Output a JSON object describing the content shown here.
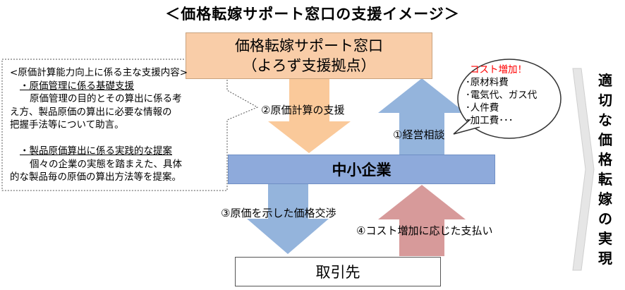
{
  "title": "＜価格転嫁サポート窓口の支援イメージ＞",
  "top_box": {
    "line1": "価格転嫁サポート窓口",
    "line2": "（よろず支援拠点）"
  },
  "mid_box": "中小企業",
  "bottom_box": "取引先",
  "arrows": {
    "a1": "①経営相談",
    "a2": "②原価計算の支援",
    "a3": "③原価を示した価格交渉",
    "a4": "④コスト増加に応じた支払い"
  },
  "left_callout": {
    "heading": "<原価計算能力向上に係る主な支援内容>",
    "item1_title": "・原価管理に係る基礎支援",
    "item1_lines": [
      "原価管理の目的とその算出に係る考",
      "え方、製品原価の算出に必要な情報の",
      "把握手法等について助言。"
    ],
    "item2_title": "・製品原価算出に係る実践的な提案",
    "item2_lines": [
      "個々の企業の実態を踏まえた、具体",
      "的な製品毎の原価の算出方法等を提案。"
    ]
  },
  "right_callout": {
    "title": "コスト増加！",
    "items": [
      "･原材料費",
      "･電気代、ガス代",
      "･人件費",
      "･加工費･･･"
    ]
  },
  "vertical_label": [
    "適",
    "切",
    "な",
    "価",
    "格",
    "転",
    "嫁",
    "の",
    "実",
    "現"
  ],
  "colors": {
    "top_box": "#f9cda8",
    "mid_box": "#8eaadb",
    "arrow_orange": "#fac99a",
    "arrow_blue": "#94b4dc",
    "arrow_red": "#d79a9a",
    "accent_red": "#ff0000"
  }
}
